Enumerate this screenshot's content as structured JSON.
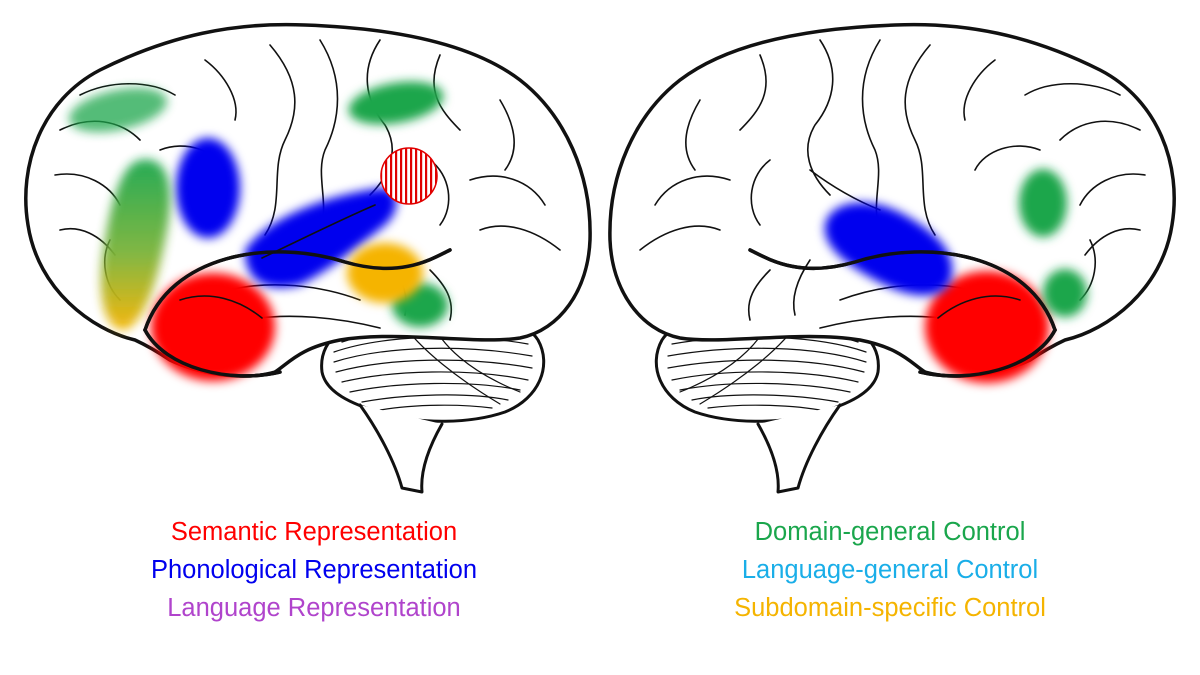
{
  "colors": {
    "semantic": "#ff0000",
    "phonological": "#0000ee",
    "language": "#b044cc",
    "domain_general": "#1aa64c",
    "language_general": "#1aaee8",
    "subdomain_specific": "#f5b400",
    "outline": "#111111"
  },
  "legend": {
    "left": [
      {
        "label": "Semantic Representation",
        "color": "#ff0000"
      },
      {
        "label": "Phonological Representation",
        "color": "#0000ee"
      },
      {
        "label": "Language Representation",
        "color": "#b044cc"
      }
    ],
    "right": [
      {
        "label": "Domain-general Control",
        "color": "#1aa64c"
      },
      {
        "label": "Language-general Control",
        "color": "#1aaee8"
      },
      {
        "label": "Subdomain-specific Control",
        "color": "#f5b400"
      }
    ]
  }
}
